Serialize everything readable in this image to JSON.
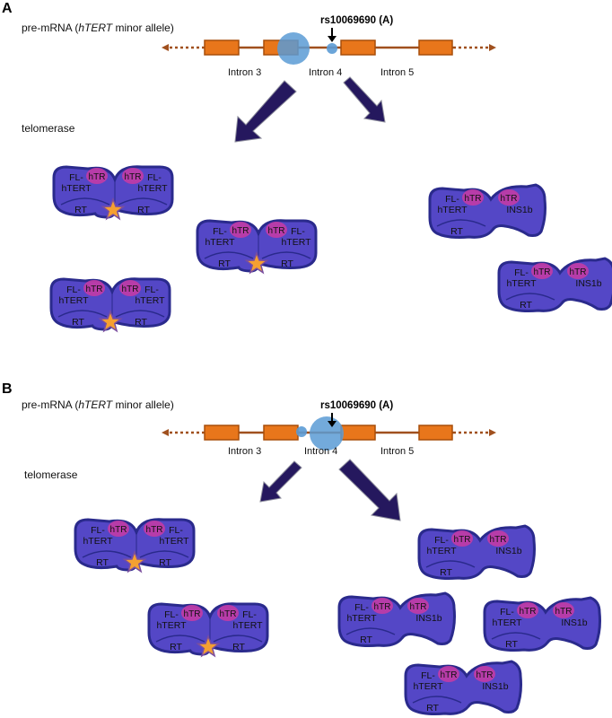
{
  "panel_a": {
    "letter": "A",
    "mrna_label": "pre-mRNA (",
    "mrna_gene": "hTERT",
    "mrna_label_end": " minor allele)",
    "snp_label": "rs10069690 (A)",
    "introns": [
      "Intron 3",
      "Intron 4",
      "Intron 5"
    ],
    "telomerase_label": "telomerase",
    "complexes": [
      {
        "type": "dimer",
        "left": [
          "FL-",
          "hTERT"
        ],
        "htr_left": "hTR",
        "htr_right": "hTR",
        "right": [
          "FL-",
          "hTERT"
        ],
        "rt_left": "RT",
        "rt_right": "RT"
      },
      {
        "type": "dimer",
        "left": [
          "FL-",
          "hTERT"
        ],
        "htr_left": "hTR",
        "htr_right": "hTR",
        "right": [
          "FL-",
          "hTERT"
        ],
        "rt_left": "RT",
        "rt_right": "RT"
      },
      {
        "type": "dimer",
        "left": [
          "FL-",
          "hTERT"
        ],
        "htr_left": "hTR",
        "htr_right": "hTR",
        "right": [
          "FL-",
          "hTERT"
        ],
        "rt_left": "RT",
        "rt_right": "RT"
      },
      {
        "type": "ins",
        "left": [
          "FL-",
          "hTERT"
        ],
        "htr_left": "hTR",
        "htr_right": "hTR",
        "right": "INS1b",
        "rt_left": "RT"
      },
      {
        "type": "ins",
        "left": [
          "FL-",
          "hTERT"
        ],
        "htr_left": "hTR",
        "htr_right": "hTR",
        "right": "INS1b",
        "rt_left": "RT"
      }
    ]
  },
  "panel_b": {
    "letter": "B",
    "mrna_label": "pre-mRNA (",
    "mrna_gene": "hTERT",
    "mrna_label_end": " minor allele)",
    "snp_label": "rs10069690 (A)",
    "introns": [
      "Intron 3",
      "Intron 4",
      "Intron 5"
    ],
    "telomerase_label": "telomerase",
    "complexes": [
      {
        "type": "dimer",
        "left": [
          "FL-",
          "hTERT"
        ],
        "htr_left": "hTR",
        "htr_right": "hTR",
        "right": [
          "FL-",
          "hTERT"
        ],
        "rt_left": "RT",
        "rt_right": "RT"
      },
      {
        "type": "dimer",
        "left": [
          "FL-",
          "hTERT"
        ],
        "htr_left": "hTR",
        "htr_right": "hTR",
        "right": [
          "FL-",
          "hTERT"
        ],
        "rt_left": "RT",
        "rt_right": "RT"
      },
      {
        "type": "ins",
        "left": [
          "FL-",
          "hTERT"
        ],
        "htr_left": "hTR",
        "htr_right": "hTR",
        "right": "INS1b",
        "rt_left": "RT"
      },
      {
        "type": "ins",
        "left": [
          "FL-",
          "hTERT"
        ],
        "htr_left": "hTR",
        "htr_right": "hTR",
        "right": "INS1b",
        "rt_left": "RT"
      },
      {
        "type": "ins",
        "left": [
          "FL-",
          "hTERT"
        ],
        "htr_left": "hTR",
        "htr_right": "hTR",
        "right": "INS1b",
        "rt_left": "RT"
      },
      {
        "type": "ins",
        "left": [
          "FL-",
          "hTERT"
        ],
        "htr_left": "hTR",
        "htr_right": "hTR",
        "right": "INS1b",
        "rt_left": "RT"
      }
    ]
  },
  "colors": {
    "exon": "#E8761B",
    "exon_border": "#A84E0A",
    "mrna_line": "#A0501E",
    "snp_circle": "#5B9BD5",
    "arrow_fill": "#25185E",
    "protein_fill": "#5447C6",
    "protein_border": "#2A2A8C",
    "htr_fill": "#C23BA5",
    "star_fill": "#F5A031",
    "star_border": "#7A4E9E"
  }
}
